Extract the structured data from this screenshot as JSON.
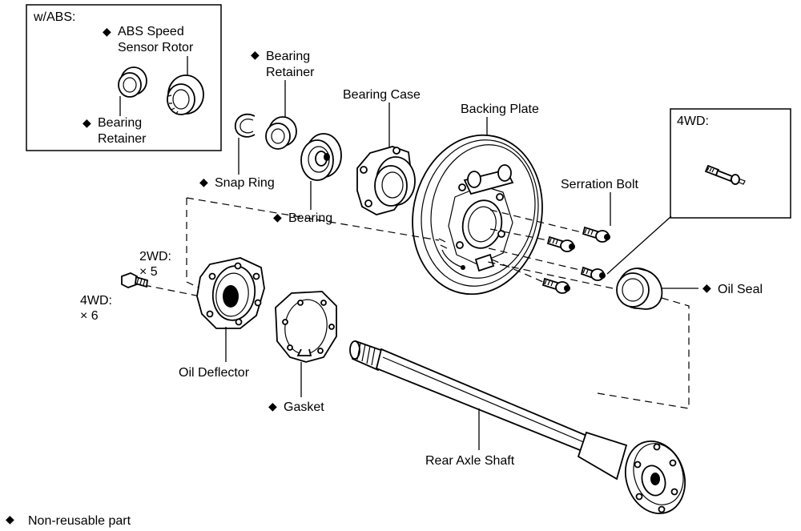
{
  "symbol": "◆",
  "insets": {
    "abs": {
      "title": "w/ABS:"
    },
    "fourwd": {
      "title": "4WD:"
    }
  },
  "labels": {
    "abs_rotor_1": "ABS Speed",
    "abs_rotor_2": "Sensor Rotor",
    "abs_retainer_1": "Bearing",
    "abs_retainer_2": "Retainer",
    "retainer_1": "Bearing",
    "retainer_2": "Retainer",
    "bearing_case": "Bearing Case",
    "backing_plate": "Backing Plate",
    "snap_ring": "Snap Ring",
    "bearing": "Bearing",
    "serration_bolt": "Serration Bolt",
    "oil_seal": "Oil Seal",
    "twowd": "2WD:",
    "twowd_qty": "× 5",
    "fourwd": "4WD:",
    "fourwd_qty": "× 6",
    "oil_deflector": "Oil Deflector",
    "gasket": "Gasket",
    "axle_shaft": "Rear Axle Shaft"
  },
  "legend": {
    "symbol": "◆",
    "text": "Non-reusable part"
  }
}
